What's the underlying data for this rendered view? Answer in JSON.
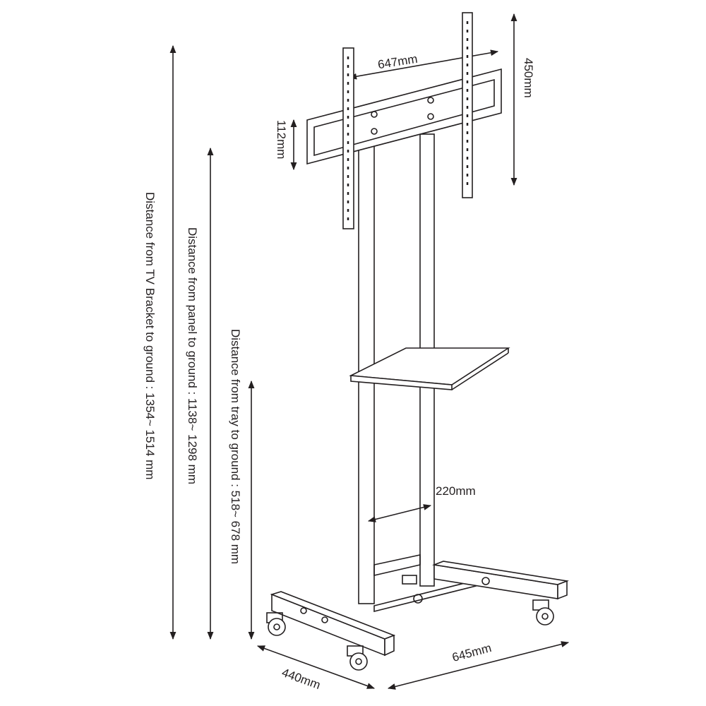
{
  "dimensions": {
    "bracket_width": "647mm",
    "bracket_height": "450mm",
    "plate_height": "112mm",
    "pole_spacing": "220mm",
    "base_width": "645mm",
    "base_depth": "440mm"
  },
  "heights": {
    "tv_bracket": "Distance from TV Bracket to ground : 1354~ 1514 mm",
    "panel": "Distance from panel to ground : 1138~ 1298 mm",
    "tray": "Distance from tray to ground : 518~ 678 mm"
  },
  "colors": {
    "line": "#231f20"
  }
}
